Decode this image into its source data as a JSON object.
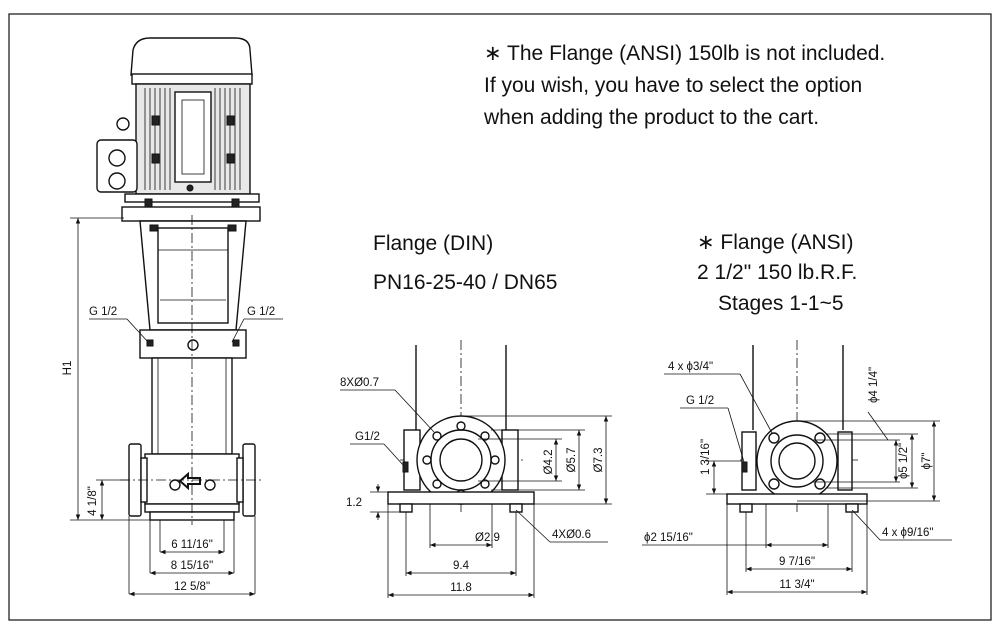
{
  "note": {
    "line1": "∗ The Flange (ANSI) 150lb is not included.",
    "line2": "If you wish, you have to select the option",
    "line3": "when adding the product to the cart."
  },
  "pump_view": {
    "height_label": "H1",
    "port_left": "G 1/2",
    "port_right": "G 1/2",
    "flange_height": "4 1/8\"",
    "dim_1": "6 11/16\"",
    "dim_2": "8 15/16\"",
    "dim_3": "12 5/8\""
  },
  "din_view": {
    "title1": "Flange (DIN)",
    "title2": "PN16-25-40 / DN65",
    "bolts": "8XØ0.7",
    "port": "G1/2",
    "base_height": "1.2",
    "d1": "Ø4.2",
    "d2": "Ø5.7",
    "d3": "Ø7.3",
    "foot_hole": "Ø2.9",
    "base_holes": "4XØ0.6",
    "w1": "9.4",
    "w2": "11.8"
  },
  "ansi_view": {
    "title1": "∗ Flange (ANSI)",
    "title2": "2 1/2\" 150 lb.R.F.",
    "title3": "Stages 1-1~5",
    "bolts": "4 x ϕ3/4\"",
    "port": "G 1/2",
    "side_height": "1 3/16\"",
    "d1": "ϕ4 1/4\"",
    "d2": "ϕ5 1/2\"",
    "d3": "ϕ7\"",
    "foot_dim": "ϕ2 15/16\"",
    "base_holes": "4 x ϕ9/16\"",
    "w1": "9 7/16\"",
    "w2": "11 3/4\""
  }
}
